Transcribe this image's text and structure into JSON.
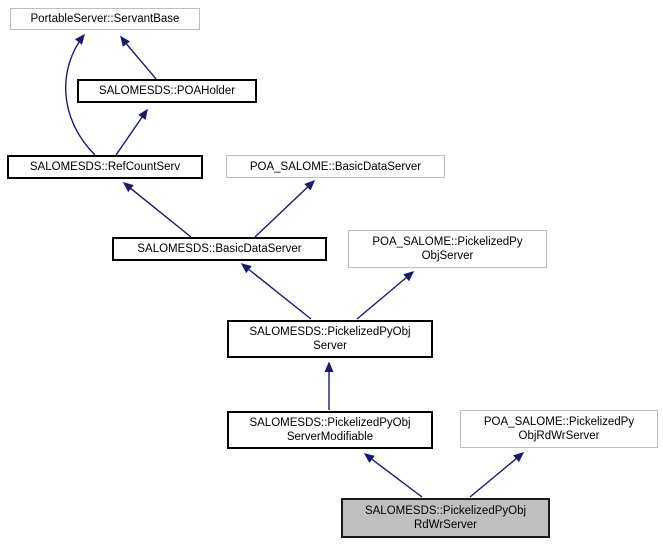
{
  "diagram": {
    "kind": "class-inheritance-graph",
    "background_color": "#ffffff",
    "edge_color": "#191970",
    "internal_node_border_color": "#000000",
    "external_node_border_color": "#bebebe",
    "highlight_node_fill_color": "#bfbfbf",
    "text_color": "#000000"
  },
  "nodes": [
    {
      "id": "servantbase",
      "line1": "PortableServer::ServantBase",
      "line2": "",
      "style": "external"
    },
    {
      "id": "poaholder",
      "line1": "SALOMESDS::POAHolder",
      "line2": "",
      "style": "internal"
    },
    {
      "id": "refcountserv",
      "line1": "SALOMESDS::RefCountServ",
      "line2": "",
      "style": "internal"
    },
    {
      "id": "poa_basicdata",
      "line1": "POA_SALOME::BasicDataServer",
      "line2": "",
      "style": "external"
    },
    {
      "id": "basicdata",
      "line1": "SALOMESDS::BasicDataServer",
      "line2": "",
      "style": "internal"
    },
    {
      "id": "poa_pickobj",
      "line1": "POA_SALOME::PickelizedPy",
      "line2": "ObjServer",
      "style": "external"
    },
    {
      "id": "pickobj",
      "line1": "SALOMESDS::PickelizedPyObj",
      "line2": "Server",
      "style": "internal"
    },
    {
      "id": "pickobj_modif",
      "line1": "SALOMESDS::PickelizedPyObj",
      "line2": "ServerModifiable",
      "style": "internal"
    },
    {
      "id": "poa_pickobj_rdwr",
      "line1": "POA_SALOME::PickelizedPy",
      "line2": "ObjRdWrServer",
      "style": "external"
    },
    {
      "id": "pickobj_rdwr",
      "line1": "SALOMESDS::PickelizedPyObj",
      "line2": "RdWrServer",
      "style": "highlight"
    }
  ],
  "edges": [
    {
      "from": "SALOMESDS::RefCountServ",
      "to": "PortableServer::ServantBase"
    },
    {
      "from": "SALOMESDS::POAHolder",
      "to": "PortableServer::ServantBase"
    },
    {
      "from": "SALOMESDS::RefCountServ",
      "to": "SALOMESDS::POAHolder"
    },
    {
      "from": "SALOMESDS::BasicDataServer",
      "to": "SALOMESDS::RefCountServ"
    },
    {
      "from": "SALOMESDS::BasicDataServer",
      "to": "POA_SALOME::BasicDataServer"
    },
    {
      "from": "SALOMESDS::PickelizedPyObjServer",
      "to": "SALOMESDS::BasicDataServer"
    },
    {
      "from": "SALOMESDS::PickelizedPyObjServer",
      "to": "POA_SALOME::PickelizedPyObjServer"
    },
    {
      "from": "SALOMESDS::PickelizedPyObjServerModifiable",
      "to": "SALOMESDS::PickelizedPyObjServer"
    },
    {
      "from": "SALOMESDS::PickelizedPyObjRdWrServer",
      "to": "SALOMESDS::PickelizedPyObjServerModifiable"
    },
    {
      "from": "SALOMESDS::PickelizedPyObjRdWrServer",
      "to": "POA_SALOME::PickelizedPyObjRdWrServer"
    }
  ]
}
